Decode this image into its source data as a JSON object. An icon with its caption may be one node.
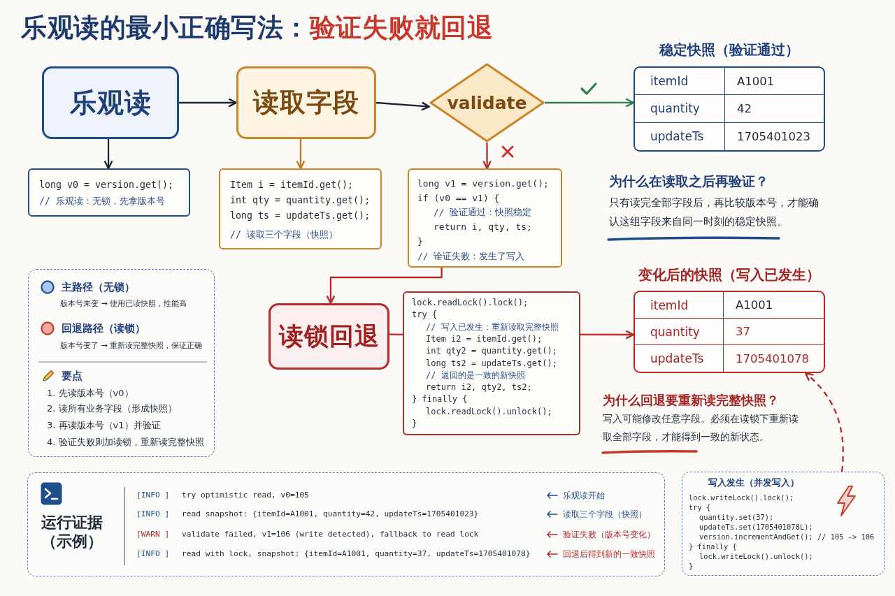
{
  "diagram": {
    "title": "乐观读的最小正确写法：**验证失败就回退**",
    "nodes": [
      {
        "text": [
          "乐观读"
        ]
      },
      {
        "text": [
          "读取字段"
        ]
      },
      {
        "text": [
          "validate"
        ]
      },
      {
        "text": [
          "稳定快照（验证通过）",
          "itemId",
          "A1001",
          "quantity",
          "42",
          "updateTs",
          "1705401023"
        ]
      },
      {
        "text": [
          "long v0 = version.get();",
          "// 乐观读：无锁，先拿版本号"
        ]
      },
      {
        "text": [
          "Item i = itemId.get();",
          "int qty = quantity.get();",
          "long ts = updateTs.get();",
          "// 读取三个字段（快照）"
        ]
      },
      {
        "text": [
          "long v1 = version.get();",
          "if (v0 == v1) {",
          "// 验证通过：快照稳定",
          "return i, qty, ts;",
          "}",
          "// 诠证失败：发生了写入"
        ]
      },
      {
        "text": [
          "读锁回退"
        ]
      },
      {
        "text": [
          "lock.readLock().lock();",
          "try {",
          "// 写入已发生：重新读取完整快照",
          "Item i2 = itemId.get();",
          "int qty2 = quantity.get();",
          "long ts2 = updateTs.get();",
          "// 返回的是一致的新快照",
          "return i2, qty2, ts2;",
          "} finally {",
          "lock.readLock().unlock();",
          "}"
        ]
      },
      {
        "text": [
          "变化后的快照（写入已发生）",
          "itemId",
          "A1001",
          "quantity",
          "37",
          "updateTs",
          "1705401078"
        ]
      },
      {
        "text": [
          "运行证据（示例）",
          "[INFO ]",
          "try optimistic read, v0=105",
          "乐观读开始",
          "[INFO ]",
          "read snapshot: {itemId=A1001, quantity=42, updateTs=1705401023}",
          "读取三个字段（快照）",
          "[WARN ]",
          "validate failed, v1=106 (write detected), fallback to read lock",
          "验证失败（版本号变化）",
          "[INFO ]",
          "read with lock, snapshot: {itemId=A1001, quantity=37, updateTs=1705401078}",
          "回退后得到新的一致快照"
        ]
      },
      {
        "text": [
          "写入发生（并发写入）",
          "lock.writeLock().lock();",
          "try {",
          "quantity.set(37);",
          "updateTs.set(1705401078L);",
          "version.incrementAndGet(); // 105 -> 106",
          "} finally {",
          "lock.writeLock().unlock();",
          "}"
        ]
      }
    ],
    "edges": [
      {
        "from": 0,
        "to": 1,
        "arrow": "to",
        "color": "#1b2433"
      },
      {
        "from": 1,
        "to": 2,
        "arrow": "to",
        "color": "#1b2433"
      },
      {
        "from": 2,
        "to": 3,
        "arrow": "to",
        "color": "#2e7d4f"
      },
      {
        "from": 0,
        "to": 4,
        "arrow": "to",
        "color": "#1b2433"
      },
      {
        "from": 1,
        "to": 5,
        "arrow": "to",
        "color": "#c07a22"
      },
      {
        "from": 2,
        "to": 6,
        "arrow": "to"
      },
      {
        "from": 6,
        "to": 7,
        "arrow": "to"
      },
      {
        "from": 7,
        "to": 8,
        "arrow": "none"
      },
      {
        "from": 8,
        "to": 9,
        "arrow": "to"
      },
      {
        "from": 11,
        "to": 9,
        "arrow": "to",
        "style": "dashed"
      }
    ],
    "labels": [
      "为什么在读取之后再验证？",
      "只有读完全部字段后，再比较版本号，才能确认这组字段来自同一时刻的稳定快照。",
      "版本号未变 → 使用已读快照，性能高",
      "版本号变了 → 重新读完整快照，保证正确",
      "要点",
      "1. 先读版本号（v0）",
      "2. 读所有业务字段（形成快照）",
      "3. 再读版本号（v1）并验证",
      "4. 验证失败则加读锁，重新读完整快照",
      "为什么回退要重新读完整快照？",
      "写入可能修改任意字段。必须在读锁下重新读取全部字段，才能得到一致的新状态。"
    ],
    "legend": [
      {
        "text": "主路径（无锁）",
        "color": "#a9c6ee"
      },
      {
        "text": "回退路径（读锁）",
        "color": "#f2a9a1"
      }
    ]
  }
}
